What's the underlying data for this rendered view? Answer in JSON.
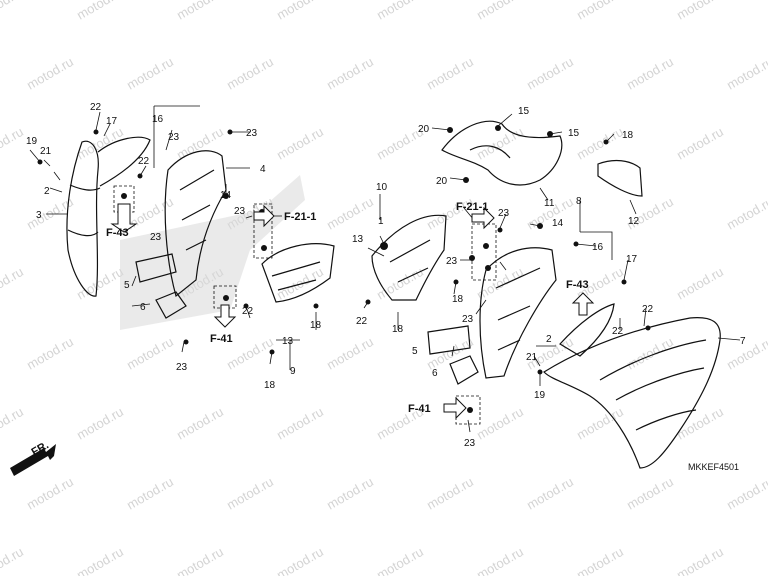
{
  "diagram": {
    "watermark": "motod.ru",
    "figure_code": "MKKEF4501",
    "direction_label": "FR.",
    "part_numbers": [
      "1",
      "2",
      "3",
      "4",
      "5",
      "6",
      "7",
      "8",
      "9",
      "10",
      "11",
      "12",
      "13",
      "14",
      "15",
      "16",
      "17",
      "18",
      "19",
      "20",
      "21",
      "22",
      "23"
    ],
    "references": [
      "F-21-1",
      "F-43",
      "F-41"
    ]
  }
}
